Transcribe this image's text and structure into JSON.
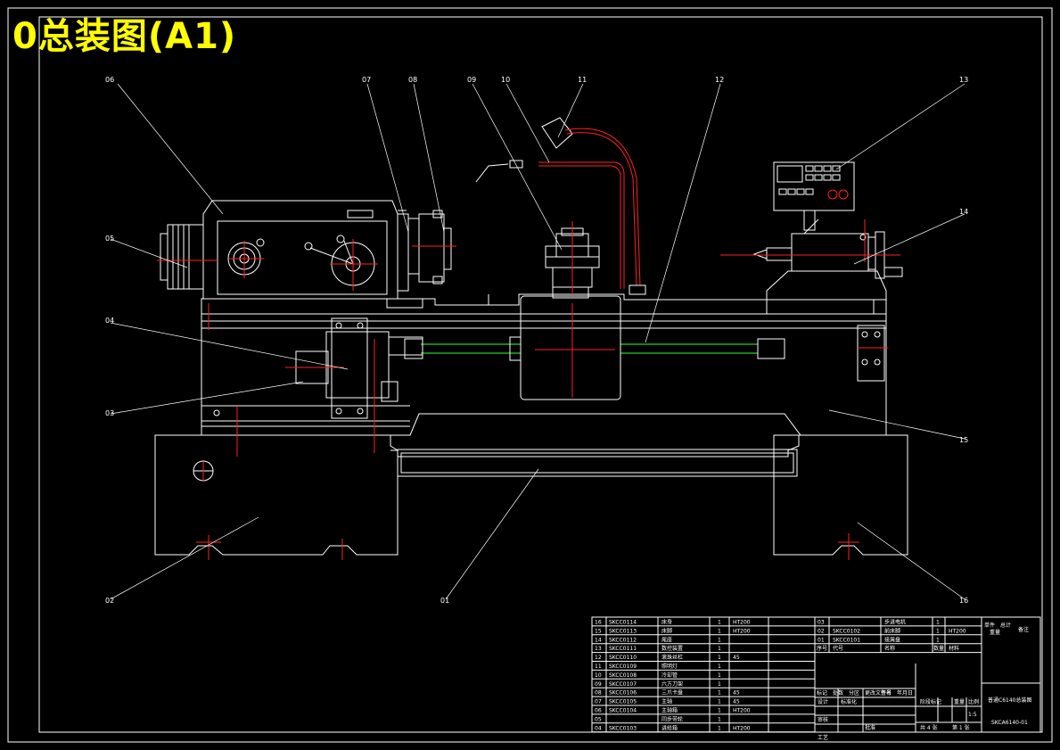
{
  "title": "0总装图(A1)",
  "part_labels": [
    "01",
    "02",
    "03",
    "04",
    "05",
    "06",
    "07",
    "08",
    "09",
    "10",
    "11",
    "12",
    "13",
    "14",
    "15",
    "16"
  ],
  "bom_rows_left": [
    {
      "no": "16",
      "code": "SKCC0114",
      "name": "床身",
      "qty": "1",
      "mat": "HT200"
    },
    {
      "no": "15",
      "code": "SKCC0113",
      "name": "床脚",
      "qty": "1",
      "mat": "HT200"
    },
    {
      "no": "14",
      "code": "SKCC0112",
      "name": "尾座",
      "qty": "1",
      "mat": ""
    },
    {
      "no": "13",
      "code": "SKCC0111",
      "name": "数控装置",
      "qty": "1",
      "mat": ""
    },
    {
      "no": "12",
      "code": "SKCC0110",
      "name": "滚珠丝杠",
      "qty": "1",
      "mat": "45"
    },
    {
      "no": "11",
      "code": "SKCC0109",
      "name": "照明灯",
      "qty": "1",
      "mat": ""
    },
    {
      "no": "10",
      "code": "SKCC0108",
      "name": "冷却管",
      "qty": "1",
      "mat": ""
    },
    {
      "no": "09",
      "code": "SKCC0107",
      "name": "六方刀架",
      "qty": "1",
      "mat": ""
    },
    {
      "no": "08",
      "code": "SKCC0106",
      "name": "三爪卡盘",
      "qty": "1",
      "mat": "45"
    },
    {
      "no": "07",
      "code": "SKCC0105",
      "name": "主轴",
      "qty": "1",
      "mat": "45"
    },
    {
      "no": "06",
      "code": "SKCC0104",
      "name": "主轴箱",
      "qty": "1",
      "mat": "HT200"
    },
    {
      "no": "05",
      "code": "",
      "name": "同步带轮",
      "qty": "1",
      "mat": ""
    },
    {
      "no": "04",
      "code": "SKCC0103",
      "name": "进给箱",
      "qty": "1",
      "mat": "HT200"
    }
  ],
  "bom_rows_right": [
    {
      "no": "03",
      "code": "",
      "name": "步进电机",
      "qty": "1",
      "mat": ""
    },
    {
      "no": "02",
      "code": "SKCC0102",
      "name": "前床脚",
      "qty": "1",
      "mat": "HT200"
    },
    {
      "no": "01",
      "code": "SKCC0101",
      "name": "接屑盘",
      "qty": "1",
      "mat": ""
    }
  ],
  "bom_header": {
    "no": "序号",
    "code": "代号",
    "name": "名称",
    "qty": "数量",
    "mat": "材料",
    "unit_weight": "单件",
    "total_weight": "总计",
    "weight": "重量",
    "remark": "备注"
  },
  "title_block": {
    "drawing_name": "普通C6140总装图",
    "drawing_code": "SKCA6140-01",
    "revision_row": [
      "标记",
      "处数",
      "分区",
      "更改文件号",
      "签名",
      "年月日"
    ],
    "roles": [
      "设计",
      "审核",
      "工艺"
    ],
    "standardization": "标准化",
    "approve": "批准",
    "stage_mark": "阶段标记",
    "weight_label": "重量",
    "scale_label": "比例",
    "scale": "1:5",
    "sheets_total": "共 4 张",
    "sheet_no": "第 1 张"
  },
  "colors": {
    "outline": "#ffffff",
    "center_line": "#ff2020",
    "screw": "#33ff33",
    "title": "#ffff00"
  }
}
